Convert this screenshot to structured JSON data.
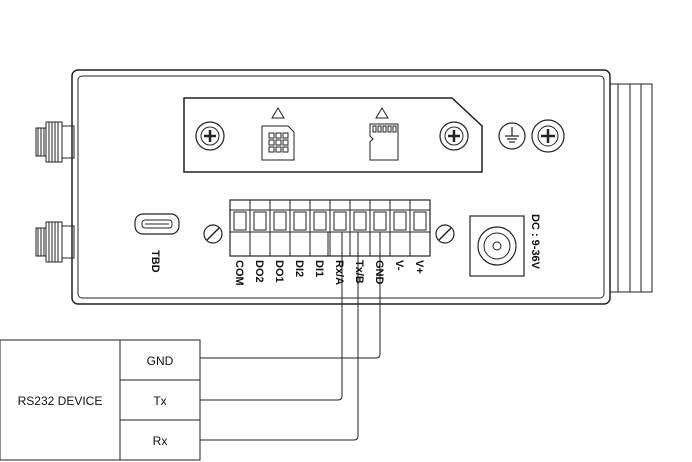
{
  "device_table": {
    "device_label": "RS232 DEVICE",
    "signals": [
      "GND",
      "Tx",
      "Rx"
    ]
  },
  "terminal_labels": [
    "COM",
    "DO2",
    "DO1",
    "DI2",
    "DI1",
    "Rx/A",
    "Tx/B",
    "GND",
    "V-",
    "V+"
  ],
  "usb_label": "TBD",
  "power_label": "DC : 9-36V",
  "icons": [
    "warning-triangle-icon",
    "sim-card-icon",
    "sd-card-icon",
    "screw-icon",
    "ground-icon",
    "usb-port-icon",
    "dc-jack-icon",
    "antenna-connector-icon"
  ],
  "colors": {
    "line": "#222222",
    "background": "#ffffff"
  }
}
